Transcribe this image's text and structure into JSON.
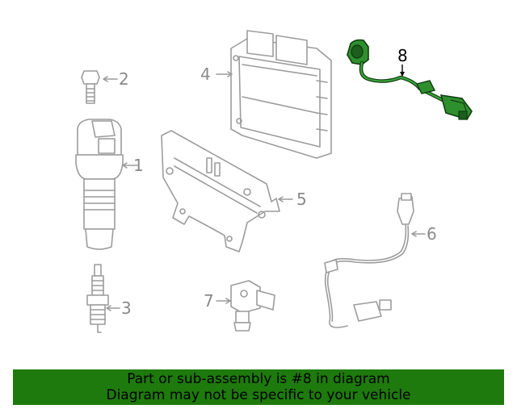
{
  "diagram": {
    "callouts": [
      {
        "id": "1",
        "label": "1",
        "part": "ignition-coil"
      },
      {
        "id": "2",
        "label": "2",
        "part": "bolt"
      },
      {
        "id": "3",
        "label": "3",
        "part": "spark-plug"
      },
      {
        "id": "4",
        "label": "4",
        "part": "engine-control-module"
      },
      {
        "id": "5",
        "label": "5",
        "part": "mounting-bracket"
      },
      {
        "id": "6",
        "label": "6",
        "part": "sensor-with-harness"
      },
      {
        "id": "7",
        "label": "7",
        "part": "camshaft-sensor"
      },
      {
        "id": "8",
        "label": "8",
        "part": "knock-sensor",
        "highlighted": true
      }
    ],
    "colors": {
      "line_gray": "#9c9c9c",
      "highlight_green": "#1e7a0c",
      "highlight_part_green": "#2f8f2f"
    }
  },
  "banner": {
    "line1": "Part or sub-assembly is #8 in diagram",
    "line2": "Diagram may not be specific to your vehicle",
    "background": "#1e7a0c"
  }
}
